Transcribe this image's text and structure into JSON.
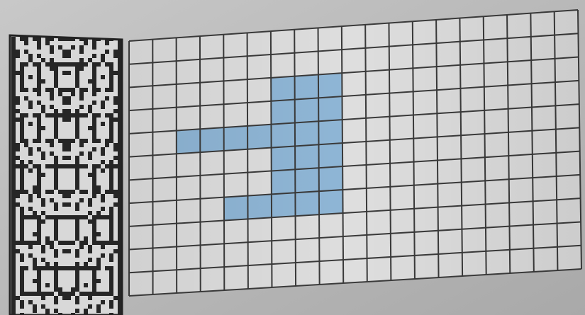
{
  "pattern_swatch": {
    "icon": "geometric-knit-pattern-swatch",
    "colors": {
      "dark": "#262626",
      "light": "#d8d8d8"
    }
  },
  "grid": {
    "columns": 19,
    "rows": 11,
    "colors": {
      "paper": "#dedede",
      "line": "#3a3a3a",
      "fill": "#8fb6d6"
    },
    "filled_cells": [
      [
        2,
        4
      ],
      [
        3,
        4
      ],
      [
        4,
        4
      ],
      [
        5,
        4
      ],
      [
        6,
        4
      ],
      [
        7,
        4
      ],
      [
        4,
        7
      ],
      [
        5,
        7
      ],
      [
        6,
        7
      ],
      [
        7,
        7
      ],
      [
        6,
        2
      ],
      [
        6,
        3
      ],
      [
        6,
        5
      ],
      [
        6,
        6
      ],
      [
        7,
        2
      ],
      [
        7,
        3
      ],
      [
        7,
        5
      ],
      [
        7,
        6
      ],
      [
        8,
        2
      ],
      [
        8,
        3
      ],
      [
        8,
        4
      ],
      [
        8,
        5
      ],
      [
        8,
        6
      ],
      [
        8,
        7
      ]
    ]
  }
}
